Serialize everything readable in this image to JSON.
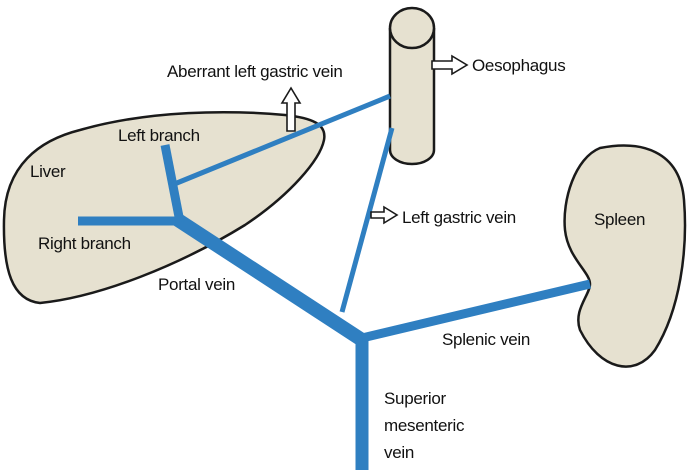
{
  "labels": {
    "aberrant_left_gastric_vein": "Aberrant left gastric vein",
    "oesophagus": "Oesophagus",
    "left_branch": "Left branch",
    "liver": "Liver",
    "right_branch": "Right branch",
    "left_gastric_vein": "Left gastric vein",
    "spleen": "Spleen",
    "portal_vein": "Portal vein",
    "splenic_vein": "Splenic vein",
    "superior_mesenteric_vein": [
      "Superior",
      "mesenteric",
      "vein"
    ]
  },
  "colors": {
    "vein": "#2f7fc1",
    "organ_fill": "#e6e1d0",
    "organ_stroke": "#1a1a1a",
    "text": "#111111"
  }
}
